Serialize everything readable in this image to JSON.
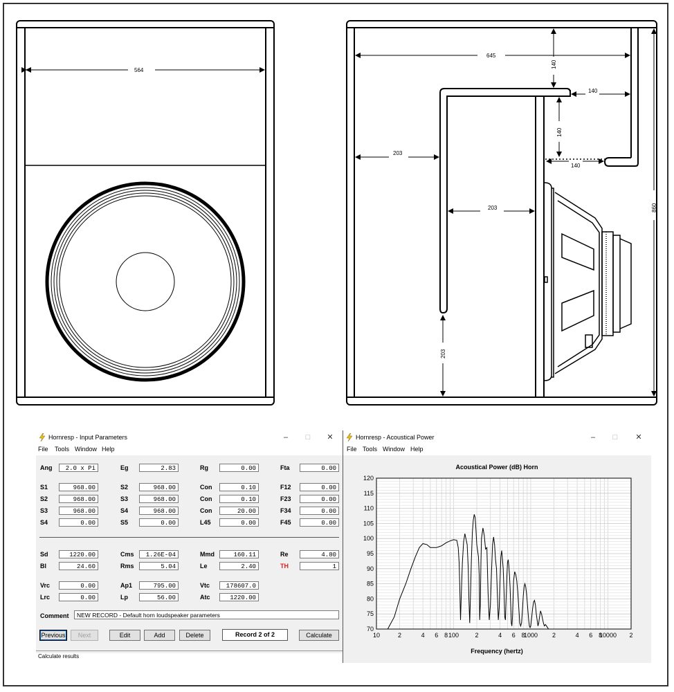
{
  "drawing": {
    "front_width": "564",
    "side_depth": "645",
    "dim_140_top": "140",
    "dim_140_right": "140",
    "dim_140_mid": "140",
    "dim_140_bottom": "140",
    "dim_203_left": "203",
    "dim_203_inner": "203",
    "dim_203_bottom": "203",
    "total_height": "860"
  },
  "input_window": {
    "title": "Hornresp - Input Parameters",
    "menu": [
      "File",
      "Tools",
      "Window",
      "Help"
    ],
    "rows": [
      [
        {
          "label": "Ang",
          "value": "2.0 x Pi"
        },
        {
          "label": "Eg",
          "value": "2.83"
        },
        {
          "label": "Rg",
          "value": "0.00"
        },
        {
          "label": "Fta",
          "value": "0.00"
        }
      ],
      [
        {
          "label": "S1",
          "value": "968.00"
        },
        {
          "label": "S2",
          "value": "968.00"
        },
        {
          "label": "Con",
          "value": "0.10"
        },
        {
          "label": "F12",
          "value": "0.00"
        }
      ],
      [
        {
          "label": "S2",
          "value": "968.00"
        },
        {
          "label": "S3",
          "value": "968.00"
        },
        {
          "label": "Con",
          "value": "0.10"
        },
        {
          "label": "F23",
          "value": "0.00"
        }
      ],
      [
        {
          "label": "S3",
          "value": "968.00"
        },
        {
          "label": "S4",
          "value": "968.00"
        },
        {
          "label": "Con",
          "value": "20.00"
        },
        {
          "label": "F34",
          "value": "0.00"
        }
      ],
      [
        {
          "label": "S4",
          "value": "0.00"
        },
        {
          "label": "S5",
          "value": "0.00"
        },
        {
          "label": "L45",
          "value": "0.00"
        },
        {
          "label": "F45",
          "value": "0.00"
        }
      ],
      [
        {
          "label": "Sd",
          "value": "1220.00"
        },
        {
          "label": "Cms",
          "value": "1.26E-04"
        },
        {
          "label": "Mmd",
          "value": "160.11"
        },
        {
          "label": "Re",
          "value": "4.80"
        }
      ],
      [
        {
          "label": "Bl",
          "value": "24.60"
        },
        {
          "label": "Rms",
          "value": "5.04"
        },
        {
          "label": "Le",
          "value": "2.40"
        },
        {
          "label": "TH",
          "value": "1"
        }
      ],
      [
        {
          "label": "Vrc",
          "value": "0.00"
        },
        {
          "label": "Ap1",
          "value": "795.00"
        },
        {
          "label": "Vtc",
          "value": "178607.0"
        }
      ],
      [
        {
          "label": "Lrc",
          "value": "0.00"
        },
        {
          "label": "Lp",
          "value": "56.00"
        },
        {
          "label": "Atc",
          "value": "1220.00"
        }
      ]
    ],
    "comment_label": "Comment",
    "comment_value": "NEW RECORD - Default horn loudspeaker parameters",
    "buttons": {
      "previous": "Previous",
      "next": "Next",
      "edit": "Edit",
      "add": "Add",
      "delete": "Delete",
      "calculate": "Calculate"
    },
    "record": "Record 2 of 2",
    "status": "Calculate results",
    "colors": {
      "th_label": "#e02020"
    }
  },
  "power_window": {
    "title": "Hornresp - Acoustical Power",
    "menu": [
      "File",
      "Tools",
      "Window",
      "Help"
    ]
  },
  "chart_data": {
    "type": "line",
    "title": "Acoustical Power (dB)   Horn",
    "xlabel": "Frequency (hertz)",
    "ylabel": "",
    "x_scale": "log",
    "xlim": [
      10,
      20000
    ],
    "ylim": [
      70,
      120
    ],
    "x_tick_labels": [
      "10",
      "2",
      "4",
      "6",
      "8",
      "100",
      "2",
      "4",
      "6",
      "8",
      "1000",
      "2",
      "4",
      "6",
      "8",
      "10000",
      "2"
    ],
    "y_tick_labels": [
      "120",
      "115",
      "110",
      "105",
      "100",
      "95",
      "90",
      "85",
      "80",
      "75",
      "70"
    ],
    "grid": true,
    "series": [
      {
        "x": [
          14,
          17,
          20,
          24,
          28,
          32,
          36,
          40,
          45,
          50,
          60,
          70,
          80,
          90,
          100,
          110,
          115,
          118,
          120,
          123,
          126,
          130,
          135,
          140,
          150,
          155,
          158,
          162,
          166,
          170,
          175,
          180,
          185,
          190,
          195,
          200,
          210,
          215,
          218,
          222,
          226,
          230,
          240,
          250,
          260,
          270,
          280,
          290,
          300,
          310,
          320,
          330,
          340,
          350,
          360,
          370,
          380,
          390,
          400,
          410,
          420,
          430,
          440,
          450,
          460,
          470,
          480,
          490,
          500,
          510,
          520,
          530,
          540,
          550,
          560,
          570,
          580,
          590,
          600,
          620,
          640,
          660,
          680,
          700,
          720,
          740,
          760,
          780,
          800,
          820,
          840,
          860,
          880,
          900,
          920,
          940,
          960,
          980,
          1000,
          1030,
          1060,
          1090,
          1120,
          1150,
          1180,
          1210,
          1240,
          1270,
          1300,
          1340,
          1380,
          1420,
          1460,
          1500,
          1550,
          1600,
          1650,
          1700
        ],
        "y": [
          70,
          74,
          80,
          85,
          90,
          94,
          97,
          98.3,
          98,
          97,
          97,
          97.6,
          98.6,
          99.2,
          99.6,
          99.4,
          97,
          92,
          85,
          73,
          82,
          92,
          99,
          101.6,
          98,
          90,
          80,
          72,
          82,
          93,
          102,
          106,
          108,
          107,
          103,
          98,
          94,
          88,
          73,
          78,
          92,
          100,
          103.5,
          101,
          96.5,
          97,
          82,
          73,
          78,
          89,
          98,
          100.5,
          98,
          93,
          90,
          81,
          73,
          77,
          86,
          94,
          96,
          93,
          90,
          83,
          74,
          73,
          80,
          87,
          92,
          93,
          91,
          88,
          84,
          78,
          72,
          71,
          74,
          80,
          86,
          89,
          88,
          86,
          82,
          77,
          72,
          71,
          72,
          76,
          81,
          84,
          85,
          84,
          82,
          79,
          76,
          73,
          71,
          70.5,
          71,
          74,
          77,
          79,
          79.5,
          78,
          75,
          73,
          71,
          72,
          74,
          76,
          75,
          73.5,
          72,
          71,
          71.5,
          71,
          70.5,
          70
        ]
      }
    ]
  }
}
